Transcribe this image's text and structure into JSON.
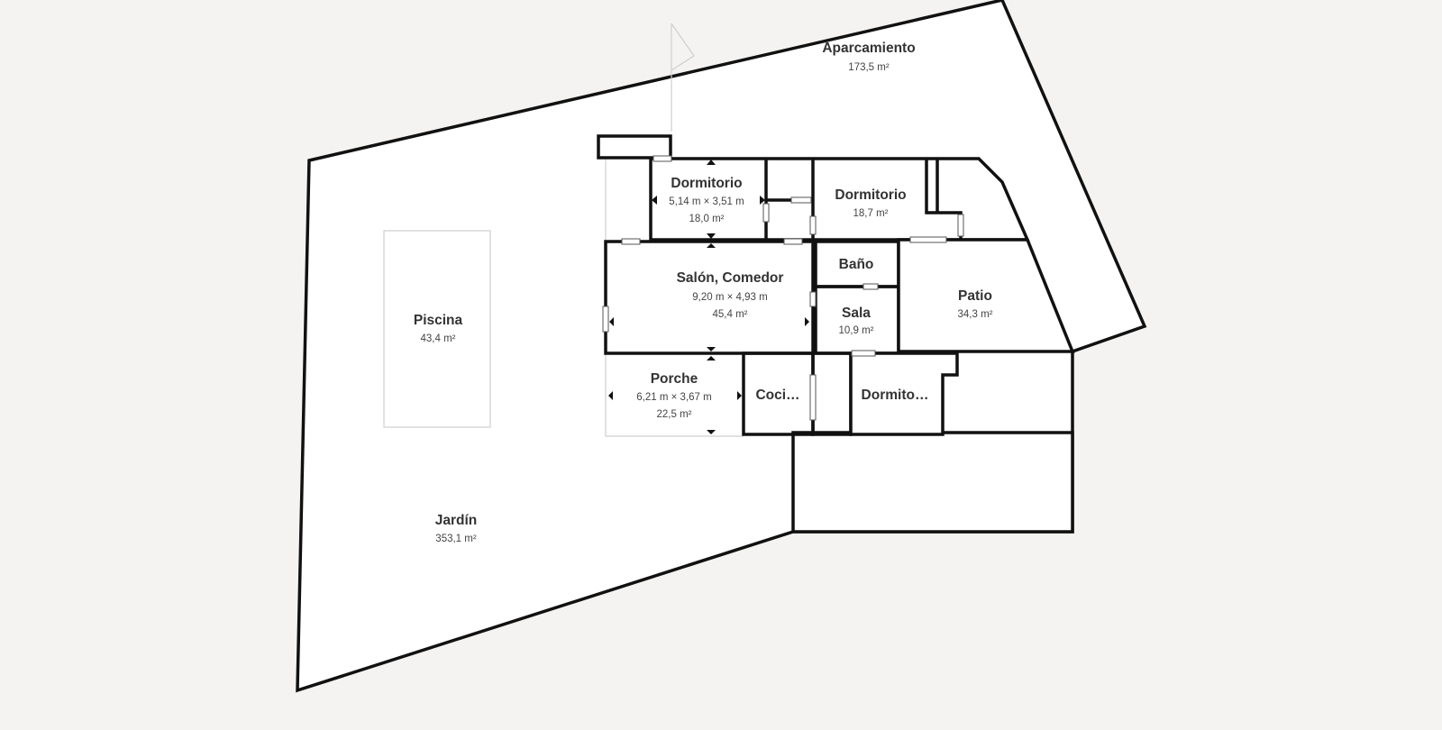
{
  "rooms": {
    "aparcamiento": {
      "name": "Aparcamiento",
      "area": "173,5 m²"
    },
    "dormitorio1": {
      "name": "Dormitorio",
      "dims": "5,14 m × 3,51 m",
      "area": "18,0 m²"
    },
    "dormitorio2": {
      "name": "Dormitorio",
      "area": "18,7 m²"
    },
    "salon": {
      "name": "Salón, Comedor",
      "dims": "9,20 m × 4,93 m",
      "area": "45,4 m²"
    },
    "bano": {
      "name": "Baño"
    },
    "sala": {
      "name": "Sala",
      "area": "10,9 m²"
    },
    "patio": {
      "name": "Patio",
      "area": "34,3 m²"
    },
    "piscina": {
      "name": "Piscina",
      "area": "43,4 m²"
    },
    "porche": {
      "name": "Porche",
      "dims": "6,21 m × 3,67 m",
      "area": "22,5 m²"
    },
    "cocina": {
      "name": "Coci…"
    },
    "dormitorio3": {
      "name": "Dormito…"
    },
    "jardin": {
      "name": "Jardín",
      "area": "353,1 m²"
    }
  },
  "colors": {
    "background": "#f4f3f1",
    "wall": "#111111",
    "floor": "#ffffff",
    "thin_line": "#cfcfcf"
  }
}
